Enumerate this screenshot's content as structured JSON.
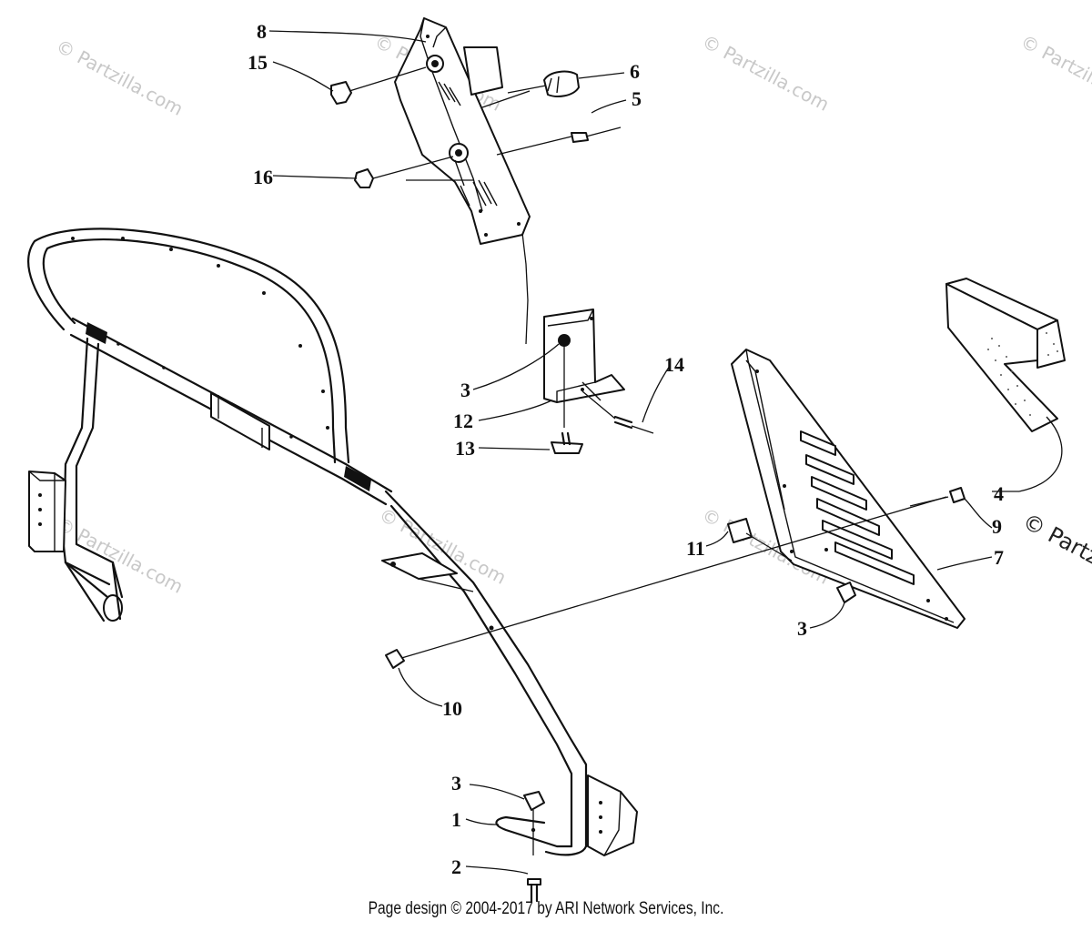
{
  "watermark": {
    "text": "© Partzilla.com",
    "copyright_symbol": "©",
    "partial_text": "© Partz"
  },
  "callouts": {
    "c1": "1",
    "c2": "2",
    "c3a": "3",
    "c3b": "3",
    "c3c": "3",
    "c4": "4",
    "c5": "5",
    "c6": "6",
    "c7": "7",
    "c8": "8",
    "c9": "9",
    "c10": "10",
    "c11": "11",
    "c12": "12",
    "c13": "13",
    "c14": "14",
    "c15": "15",
    "c16": "16"
  },
  "footer": {
    "text": "Page design © 2004-2017 by ARI Network Services, Inc."
  }
}
